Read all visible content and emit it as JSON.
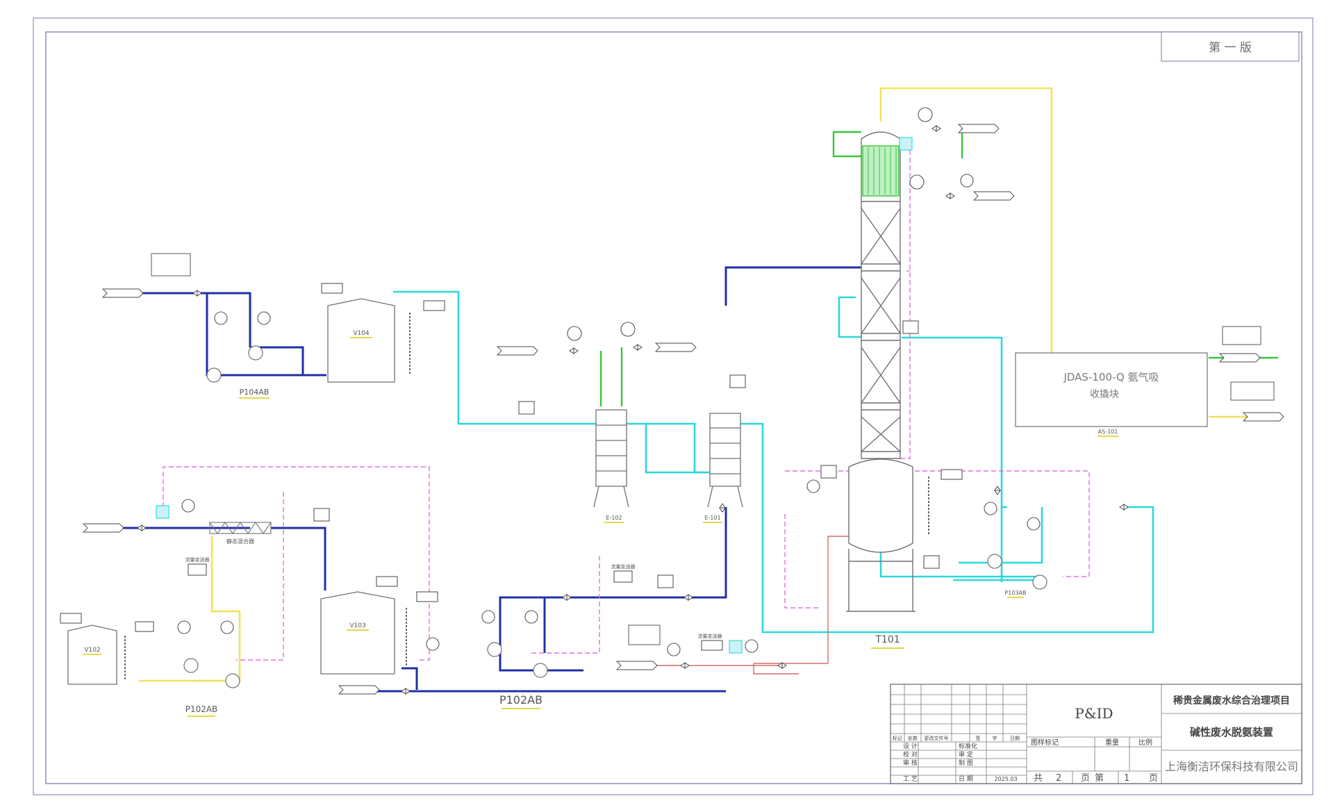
{
  "edition": "第 一 版",
  "equipment": {
    "v104": "V104",
    "p104ab": "P104AB",
    "e102": "E-102",
    "e101": "E-101",
    "t101": "T101",
    "v103": "V103",
    "v102": "V102",
    "p102ab_small": "P102AB",
    "p102ab_large": "P102AB",
    "p103ab": "P103AB",
    "as101": "AS-101"
  },
  "absorber": {
    "line1": "JDAS-100-Q 氨气吸",
    "line2": "收撬块"
  },
  "labels": {
    "static_mixer": "静态混合器",
    "flowmeter_a": "流量变送器",
    "flowmeter_b": "流量变送器",
    "flowmeter_c": "流量变送器"
  },
  "title_block": {
    "project": "稀贵金属废水综合治理项目",
    "drawing_type": "P&ID",
    "drawing_name": "碱性废水脱氨装置",
    "company": "上海衡洁环保科技有限公司",
    "rev_cols": [
      "标记",
      "处数",
      "更改文件号",
      "签",
      "字",
      "日期"
    ],
    "roles": [
      "设 计",
      "校 对",
      "审 核",
      "工 艺"
    ],
    "roles2": [
      "标准化",
      "审 定",
      "制 图",
      "日 期"
    ],
    "date": "2025.03",
    "stage_label": "图样标记",
    "weight_label": "重量",
    "scale_label": "比例",
    "sheets": {
      "total_label": "共",
      "total": "2",
      "page_unit": "页",
      "page_label": "第",
      "page": "1",
      "page_unit2": "页"
    }
  },
  "colors": {
    "frame": "#8c8fb5",
    "blue": "#1f2fa8",
    "cyan": "#2ad8dc",
    "yellow": "#f3e25a",
    "green": "#39c43c",
    "magenta": "#e070e0",
    "red": "#d96a6a",
    "equip": "#707070"
  }
}
